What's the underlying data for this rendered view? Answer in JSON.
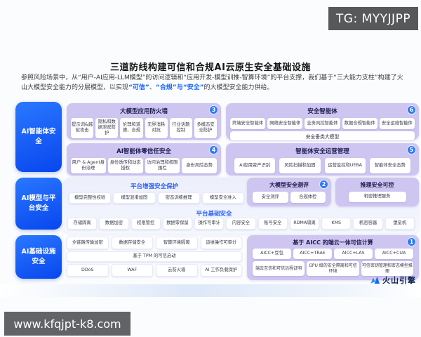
{
  "watermarks": {
    "top_right": "TG: MYYJJPP",
    "bottom_left": "www.kfqjpt-k8.com"
  },
  "slide": {
    "title": "三道防线构建可信和合规AI云原生安全基础设施",
    "intro_segments": [
      {
        "text": "参照风险场景中，从“用户-AI应用-LLM模型”的访问逻辑和“应用开发-模型训推-智算环境”的平台支撑，我们基于“三大能力支柱”构建了火山大模型安全能力的分层模型，以实现",
        "hl": false
      },
      {
        "text": "“可信”",
        "hl": true
      },
      {
        "text": "、",
        "hl": false
      },
      {
        "text": "“合规”与“安全”",
        "hl": true
      },
      {
        "text": "的大模型安全能力供给。",
        "hl": false
      }
    ],
    "pillars": [
      {
        "label": "AI智能体安全"
      },
      {
        "label": "AI模型与平台安全"
      },
      {
        "label": "AI基础设施安全"
      }
    ],
    "boxes": {
      "firewall": {
        "title": "大模型应用防火墙",
        "badge": "3",
        "chips": [
          "提示词&越狱攻击",
          "隐私和数据泄密防护",
          "伦理和道德、合规",
          "无界消耗对抗",
          "行业话题控制",
          "多模态安全防护"
        ]
      },
      "sec_agents": {
        "title": "安全智能体",
        "badge": "6",
        "chips": [
          "终端安全智能体",
          "网络安全智能体",
          "业务风控智能体",
          "数据合规智能体",
          "安全运维智能体"
        ],
        "bar": "安全垂类大模型"
      },
      "zero_trust": {
        "title": "AI智能体零信任安全",
        "badge": "4",
        "chips": [
          "用户 & Agent身份治理",
          "身份透传和动态授权",
          "访问治理和权限围栏",
          "身份风险态势"
        ]
      },
      "agent_ops": {
        "title": "智能体安全运营管理",
        "badge": "5",
        "chips": [
          "AI应用资产识别",
          "风险扫描和加固",
          "运营监控和UEBA",
          "智能体安全态势"
        ]
      },
      "platform_enhanced": {
        "title": "平台增强安全保护",
        "chips": [
          "模型完整性校验",
          "模型混淆加固",
          "密态训练推理",
          "模型安全准入"
        ]
      },
      "model_eval": {
        "title": "大模型安全测评",
        "badge": "2",
        "chips": [
          "安全测评",
          "合规体检"
        ]
      },
      "inference_ctrl": {
        "title": "推理安全可控",
        "chip": "机密推理服务"
      },
      "platform_base": {
        "title": "平台基础安全",
        "chips": [
          "存储隔离",
          "数据加密",
          "权限管控",
          "数据零保留",
          "操作可审计",
          "内容安全",
          "账号安全",
          "RDMA隔离",
          "KMS",
          "机密容器",
          "堡垒机"
        ]
      },
      "infra_left": {
        "row1": [
          "全链路传输加密",
          "数据存储安全",
          "智算环境隔离",
          "运维操作可审计"
        ],
        "row2": [
          "基于 TPM 的可信启动"
        ],
        "row3": [
          "DDoS",
          "WAF",
          "云防火墙",
          "AI 工作负载保护"
        ]
      },
      "aicc": {
        "title": "基于 AICC 的端云一体可信计算",
        "badge": "1",
        "chips_row1": [
          "AICC+豆包",
          "AICC+TRAE",
          "AICC+LAS",
          "AICC+CUA"
        ],
        "chips_row2": [
          "端云互信和可信远程证明",
          "GPU 级的安全隔离和可信环境",
          "可信密钥管理和密态模型推理"
        ]
      }
    },
    "footer_logo": "火山引擎"
  }
}
